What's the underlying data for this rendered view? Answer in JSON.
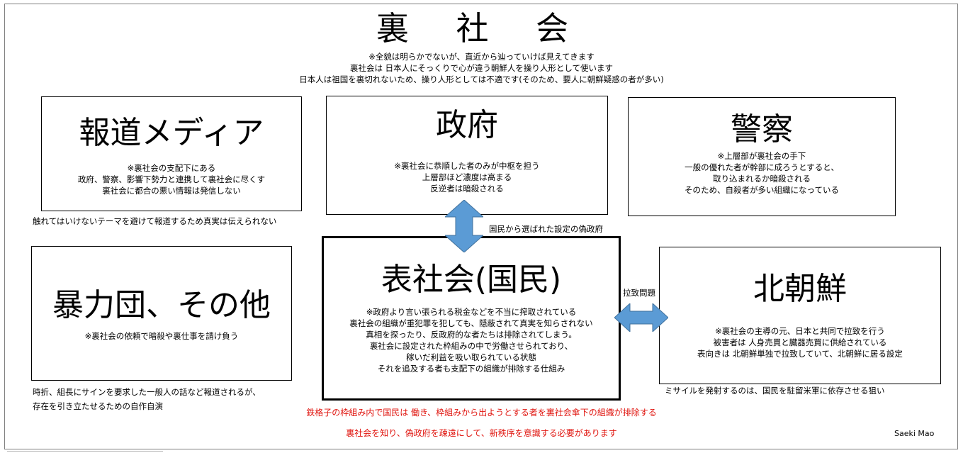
{
  "title": "裏 社 会",
  "notes": [
    "※全貌は明らかでないが、直近から辿っていけば見えてきます",
    "裏社会は 日本人にそっくりで心が違う朝鮮人を操り人形として使います",
    "日本人は祖国を裏切れないため、操り人形としては不適です(そのため、要人に朝鮮疑惑の者が多い)"
  ],
  "boxes": {
    "media": {
      "head": "報道メディア",
      "lines": [
        "※裏社会の支配下にある",
        "政府、警察、影響下勢力と連携して裏社会に尽くす",
        "裏社会に都合の悪い情報は発信しない"
      ],
      "side": "触れてはいけないテーマを避けて報道するため真実は伝えられない"
    },
    "government": {
      "head": "政府",
      "lines": [
        "※裏社会に恭順した者のみが中枢を担う",
        "上層部ほど濃度は高まる",
        "反逆者は暗殺される"
      ]
    },
    "police": {
      "head": "警察",
      "lines": [
        "※上層部が裏社会の手下",
        "一般の優れた者が幹部に成ろうとすると、",
        "取り込まれるか暗殺される",
        "そのため、自殺者が多い組織になっている"
      ]
    },
    "gang": {
      "head": "暴力団、その他",
      "lines": [
        "※裏社会の依頼で暗殺や裏仕事を請け負う"
      ],
      "side": [
        "時折、組長にサインを要求した一般人の話など報道されるが、",
        "存在を引き立たせるための自作自演"
      ]
    },
    "people": {
      "head": "表社会(国民)",
      "lines": [
        "※政府より言い張られる税金などを不当に搾取されている",
        "裏社会の組織が重犯罪を犯しても、隠蔽されて真実を知らされない",
        "真相を探ったり、反政府的な者たちは排除されてしまう。",
        "裏社会に設定された枠組みの中で労働させられており、",
        "稼いだ利益を吸い取られている状態",
        "それを追及する者も支配下の組織が排除する仕組み"
      ]
    },
    "korea": {
      "head": "北朝鮮",
      "lines": [
        "※裏社会の主導の元、日本と共同で拉致を行う",
        "被害者は 人身売買と臓器売買に供給されている",
        "表向きは 北朝鮮単独で拉致していて、北朝鮮に居る設定"
      ],
      "side": "ミサイルを発射するのは、国民を駐留米軍に依存させる狙い"
    }
  },
  "arrows": {
    "vertical_label": "国民から選ばれた設定の偽政府",
    "horizontal_label": "拉致問題",
    "color": "#5b9bd5"
  },
  "footer": {
    "line1": "鉄格子の枠組み内で国民は 働き、枠組みから出ようとする者を裏社会傘下の組織が排除する",
    "line2": "裏社会を知り、偽政府を疎遠にして、新秩序を意識する必要があります",
    "signature": "Saeki Mao",
    "red_color": "#e0140e"
  }
}
